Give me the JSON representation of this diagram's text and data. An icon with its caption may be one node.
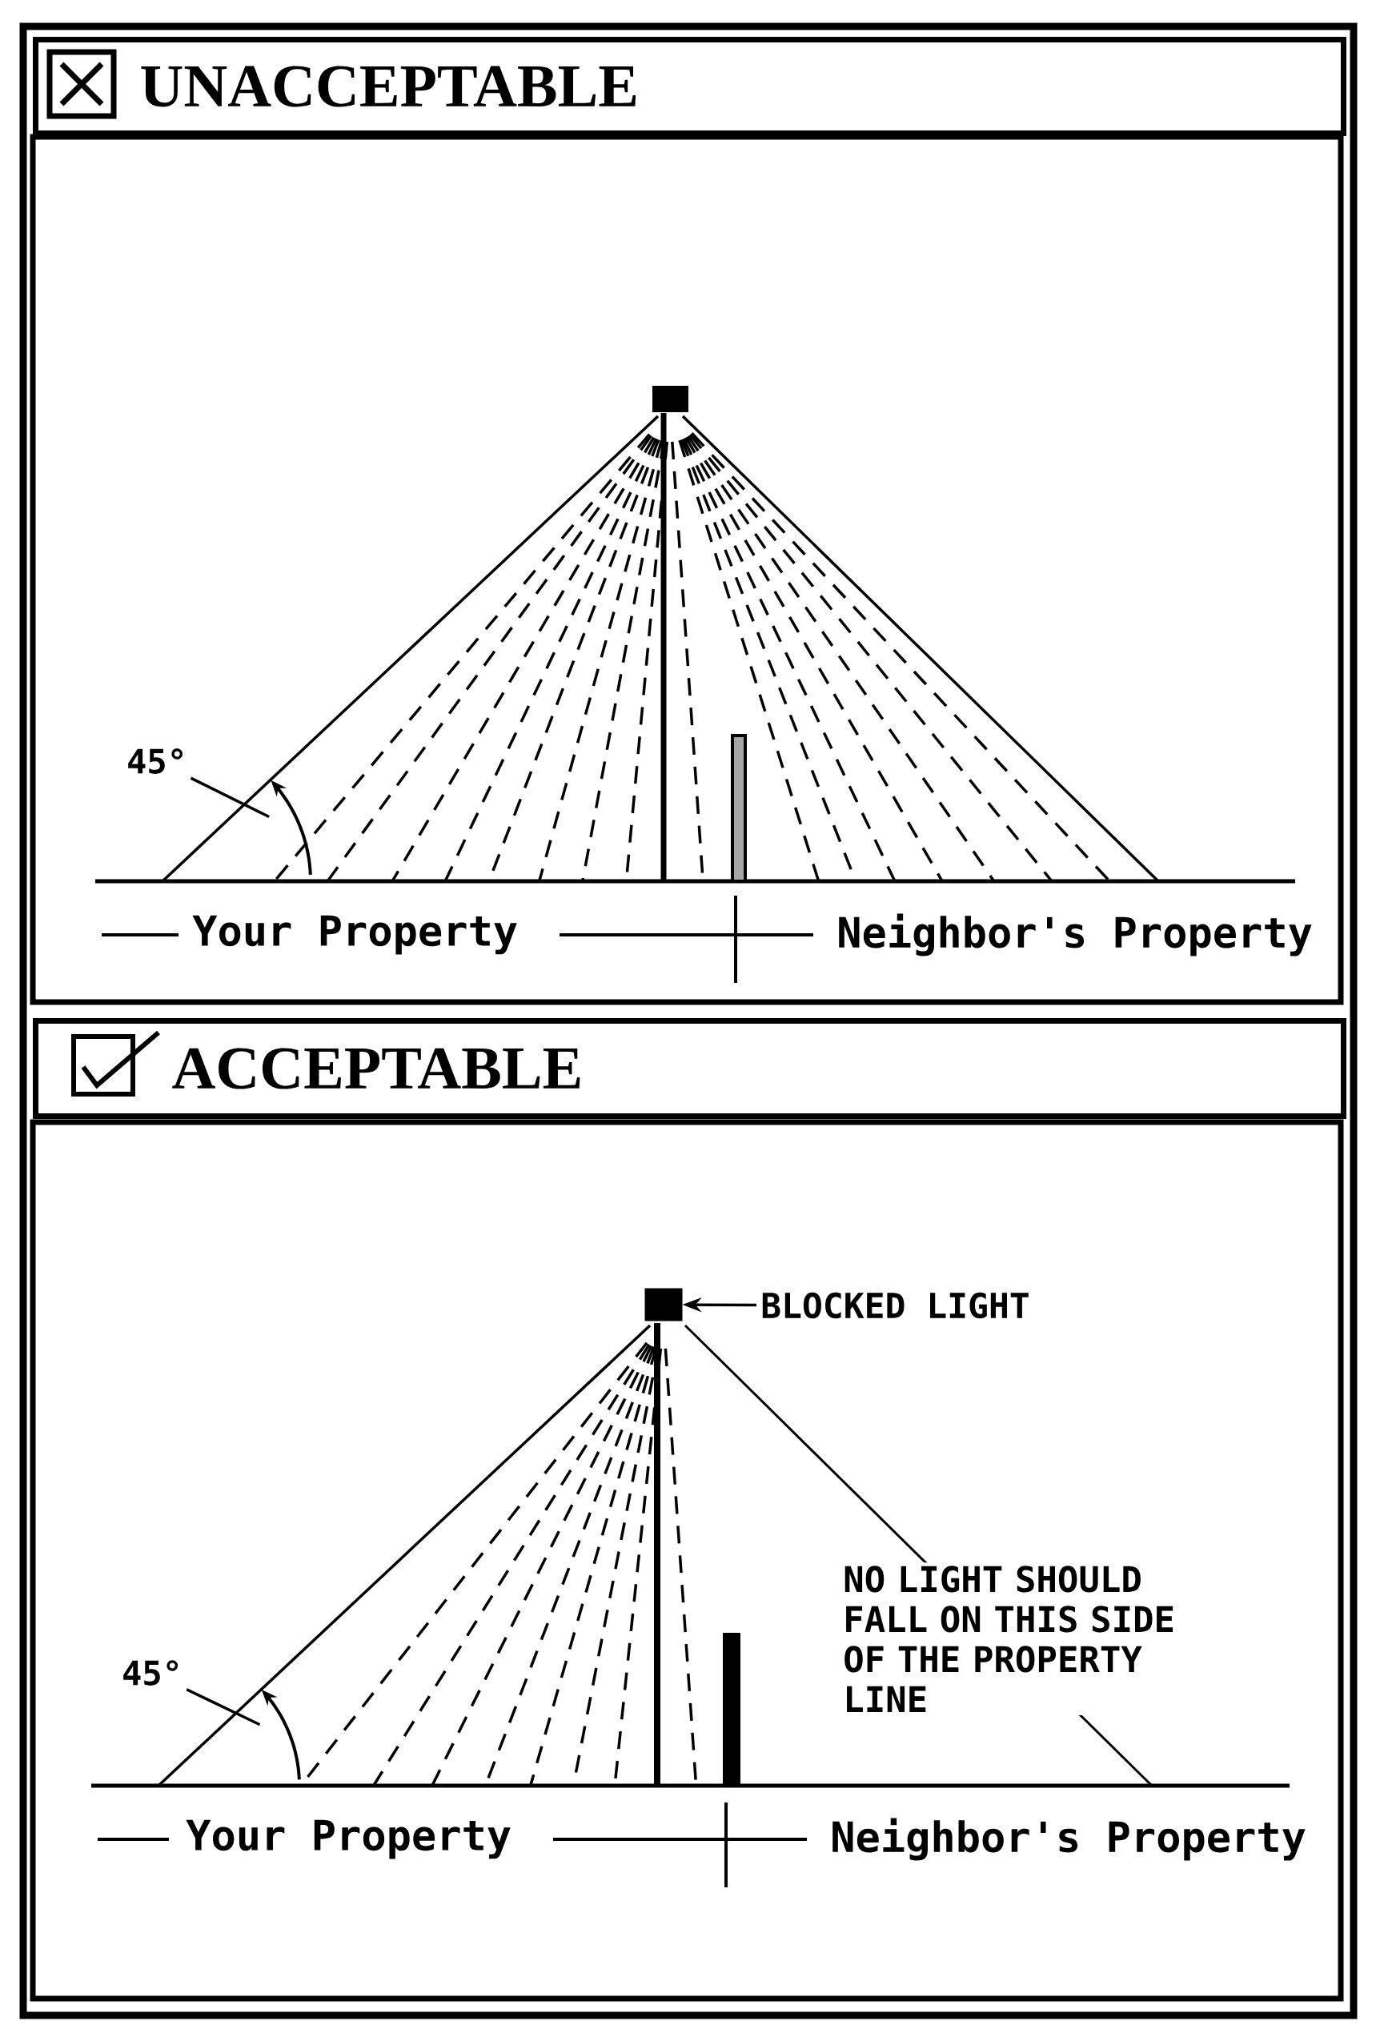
{
  "diagram": {
    "nodes": [
      {
        "text": [
          "UNACCEPTABLE"
        ]
      },
      {
        "text": [],
        "shape": "box"
      },
      {
        "text": [
          "45°"
        ]
      },
      {
        "text": [],
        "shape": "arc"
      },
      {
        "text": [],
        "shape": "bar"
      },
      {
        "text": [
          "ACCEPTABLE"
        ]
      },
      {
        "text": [],
        "shape": "box"
      },
      {
        "text": [
          "BLOCKED LIGHT"
        ]
      },
      {
        "text": [
          "45°"
        ]
      },
      {
        "text": [],
        "shape": "arc"
      },
      {
        "text": [],
        "shape": "bar"
      }
    ],
    "edges": [
      {
        "from": 2,
        "to": 3,
        "arrow": "none"
      },
      {
        "from": 7,
        "to": 6,
        "arrow": "to"
      },
      {
        "from": 8,
        "to": 9,
        "arrow": "none"
      }
    ],
    "labels": [
      "Your Property",
      "Neighbor's Property",
      "NO LIGHT SHOULD FALL ON THIS SIDE OF THE PROPERTY LINE",
      "Your Property",
      "Neighbor's Property"
    ]
  }
}
